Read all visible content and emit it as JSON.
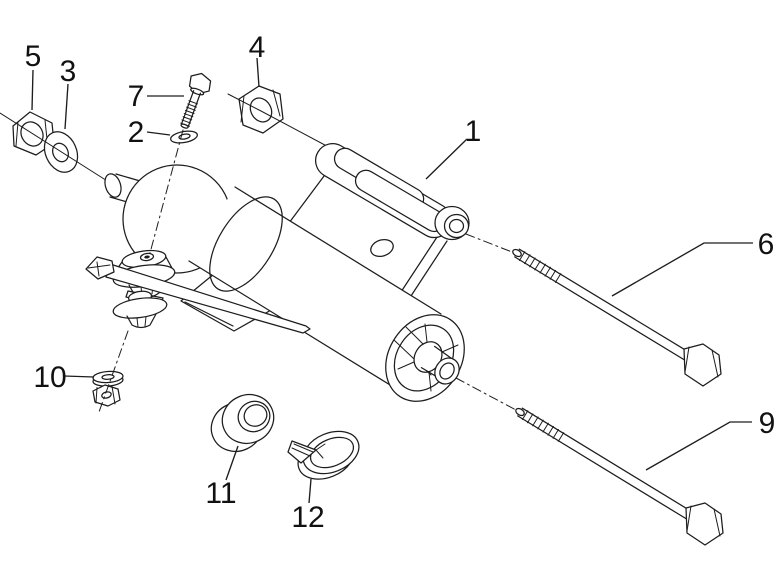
{
  "figure": {
    "type": "exploded-parts-diagram",
    "background_color": "#ffffff",
    "line_color": "#1d1d1d",
    "callouts": {
      "c1": "1",
      "c2": "2",
      "c3": "3",
      "c4": "4",
      "c5": "5",
      "c6": "6",
      "c7": "7",
      "c9": "9",
      "c10": "10",
      "c11": "11",
      "c12": "12"
    }
  }
}
